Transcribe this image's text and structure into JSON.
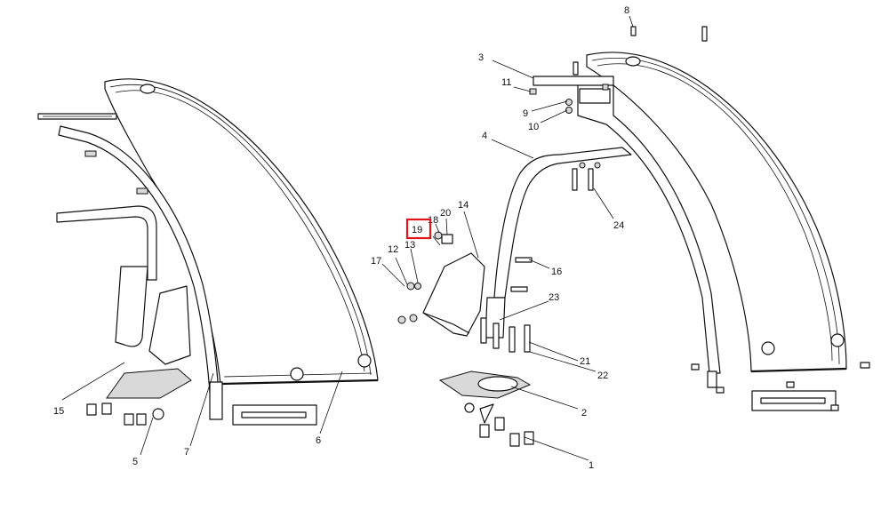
{
  "callouts": [
    {
      "id": "c1",
      "label": "1"
    },
    {
      "id": "c2",
      "label": "2"
    },
    {
      "id": "c3",
      "label": "3"
    },
    {
      "id": "c4",
      "label": "4"
    },
    {
      "id": "c5",
      "label": "5"
    },
    {
      "id": "c6",
      "label": "6"
    },
    {
      "id": "c7",
      "label": "7"
    },
    {
      "id": "c8",
      "label": "8"
    },
    {
      "id": "c9",
      "label": "9"
    },
    {
      "id": "c10",
      "label": "10"
    },
    {
      "id": "c11",
      "label": "11"
    },
    {
      "id": "c12",
      "label": "12"
    },
    {
      "id": "c13",
      "label": "13"
    },
    {
      "id": "c14",
      "label": "14"
    },
    {
      "id": "c15",
      "label": "15"
    },
    {
      "id": "c16",
      "label": "16"
    },
    {
      "id": "c17",
      "label": "17"
    },
    {
      "id": "c18",
      "label": "18"
    },
    {
      "id": "c19",
      "label": "19"
    },
    {
      "id": "c20",
      "label": "20"
    },
    {
      "id": "c21",
      "label": "21"
    },
    {
      "id": "c22",
      "label": "22"
    },
    {
      "id": "c23",
      "label": "23"
    },
    {
      "id": "c24",
      "label": "24"
    }
  ],
  "highlight": {
    "label": "19",
    "color": "#e0141b"
  }
}
